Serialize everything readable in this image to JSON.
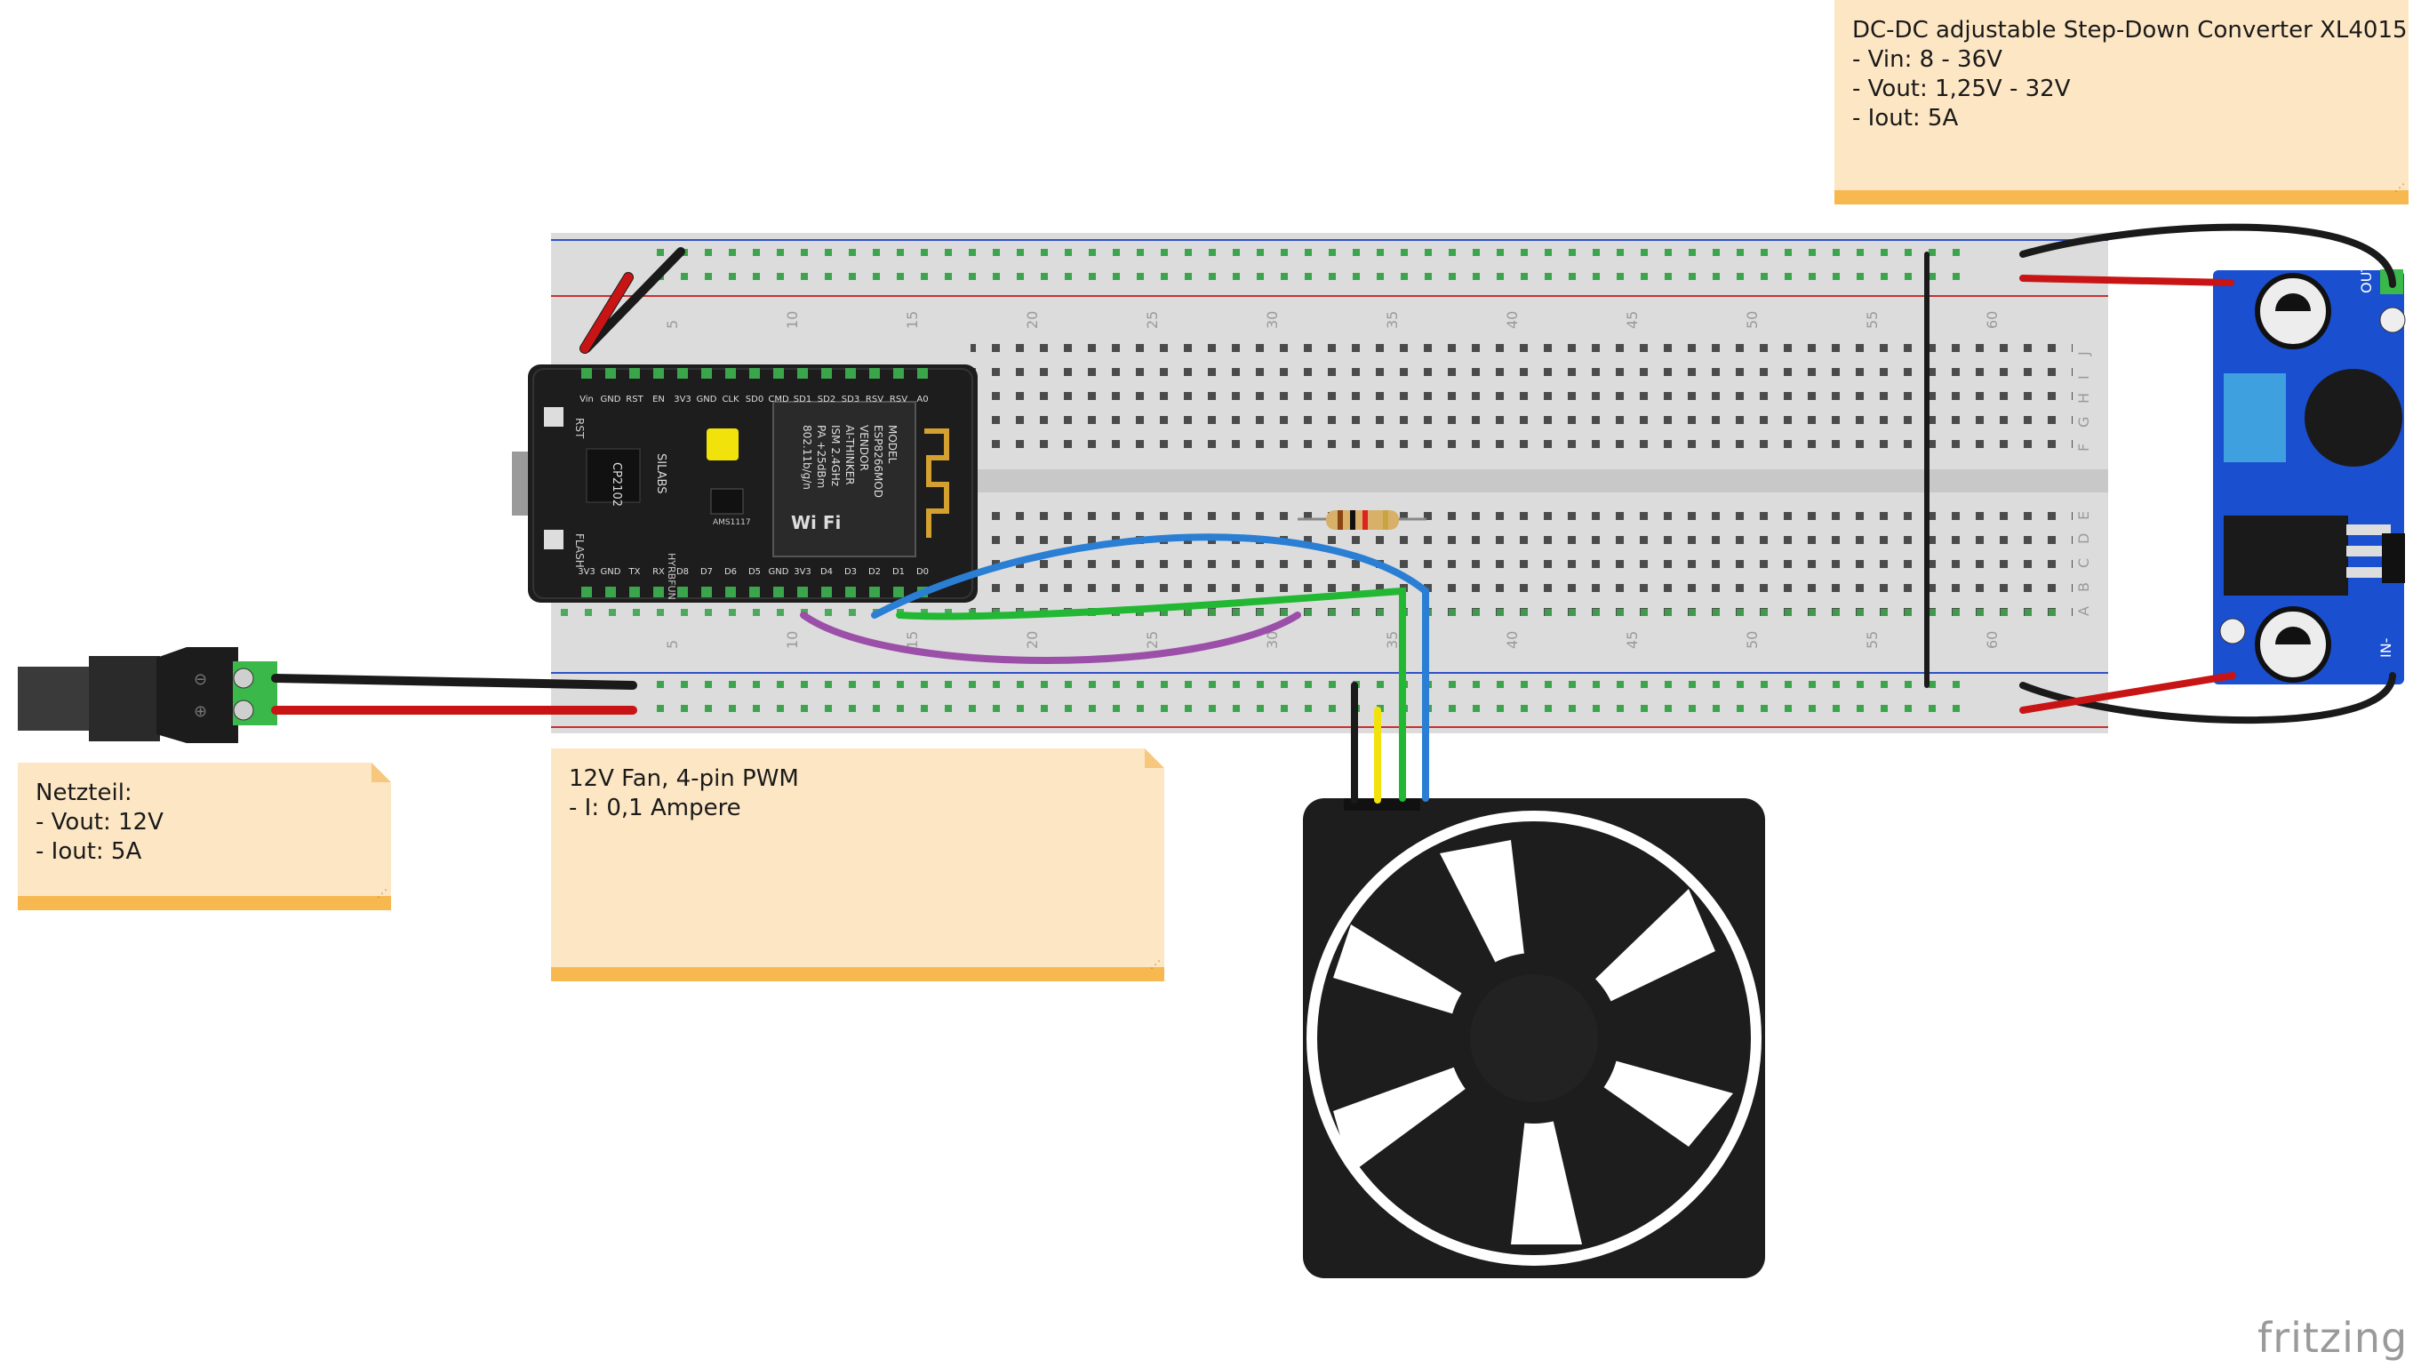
{
  "notes": {
    "converter": {
      "lines": [
        "DC-DC adjustable Step-Down Converter XL4015",
        "- Vin: 8 - 36V",
        "- Vout: 1,25V - 32V",
        "- Iout: 5A"
      ]
    },
    "psu": {
      "lines": [
        "Netzteil:",
        "- Vout: 12V",
        "- Iout: 5A"
      ]
    },
    "fan": {
      "lines": [
        "12V Fan, 4-pin PWM",
        "- I: 0,1 Ampere"
      ]
    }
  },
  "breadboard": {
    "column_numbers": [
      "5",
      "10",
      "15",
      "20",
      "25",
      "30",
      "35",
      "40",
      "45",
      "50",
      "55",
      "60"
    ],
    "row_letters_top": [
      "J",
      "I",
      "H",
      "G",
      "F"
    ],
    "row_letters_bottom": [
      "E",
      "D",
      "C",
      "B",
      "A"
    ]
  },
  "esp_board": {
    "top_pins": [
      "Vin",
      "GND",
      "RST",
      "EN",
      "3V3",
      "GND",
      "CLK",
      "SD0",
      "CMD",
      "SD1",
      "SD2",
      "SD3",
      "RSV",
      "RSV",
      "A0"
    ],
    "bottom_pins": [
      "3V3",
      "GND",
      "TX",
      "RX",
      "D8",
      "D7",
      "D6",
      "D5",
      "GND",
      "3V3",
      "D4",
      "D3",
      "D2",
      "D1",
      "D0"
    ],
    "rst_label": "RST",
    "flash_label": "FLASH",
    "chip_brand": "SILABS",
    "chip_model": "CP2102",
    "module_text": [
      "MODEL",
      "ESP8266MOD",
      "VENDOR",
      "AI-THINKER",
      "ISM 2.4GHz",
      "PA +25dBm",
      "802.11b/g/n"
    ],
    "regulator_text": "AMS1117",
    "wifi_text": "Wi Fi",
    "brand_text": "HYRBFUN"
  },
  "converter": {
    "out_label": "OUT+",
    "in_label": "IN-"
  },
  "logo": "fritzing",
  "colors": {
    "note_bg": "#fde6c3",
    "note_bar": "#f7b84f",
    "wire_red": "#c81414",
    "wire_black": "#1a1a1a",
    "wire_blue": "#2a7fd4",
    "wire_green": "#22b833",
    "wire_purple": "#9b4fa8",
    "wire_yellow": "#f2e20c",
    "converter_pcb": "#1a4fd0"
  }
}
